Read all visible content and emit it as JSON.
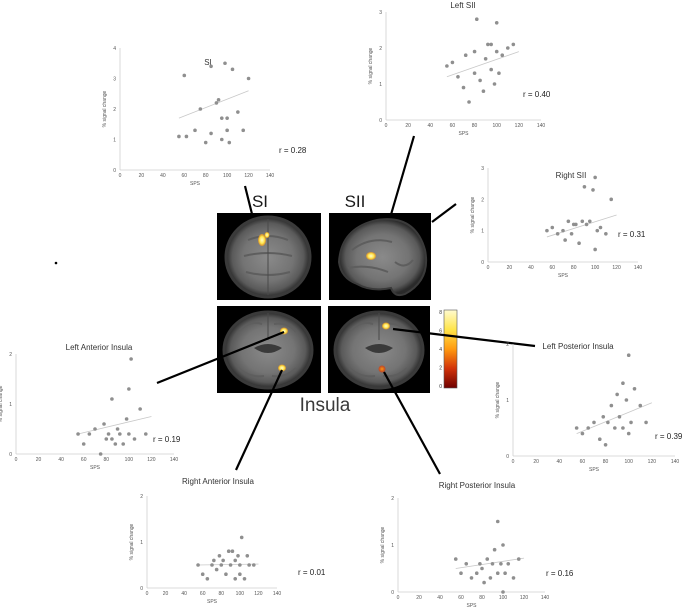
{
  "figure_labels": {
    "si": "SI",
    "sii": "SII",
    "insula": "Insula"
  },
  "colorbar": {
    "ticks": [
      "8",
      "6",
      "4",
      "2",
      "0"
    ],
    "min": 0,
    "max": 8,
    "colors": [
      "#fffbd0",
      "#ffe54a",
      "#ff9a10",
      "#d2330a",
      "#6e0000"
    ]
  },
  "chart_data": [
    {
      "id": "si",
      "type": "scatter",
      "title": "SI",
      "xlabel": "SPS",
      "ylabel": "% signal change",
      "xlim": [
        0,
        140
      ],
      "ylim": [
        0,
        4
      ],
      "xticks": [
        0,
        20,
        40,
        60,
        80,
        100,
        120,
        140
      ],
      "yticks": [
        0,
        1,
        2,
        3,
        4
      ],
      "r_label": "r = 0.28",
      "x": [
        55,
        60,
        62,
        70,
        75,
        80,
        85,
        85,
        90,
        92,
        95,
        95,
        98,
        100,
        100,
        102,
        105,
        110,
        115,
        120
      ],
      "y": [
        1.1,
        3.1,
        1.1,
        1.3,
        2.0,
        0.9,
        3.4,
        1.2,
        2.2,
        2.3,
        1.7,
        1.0,
        3.5,
        1.7,
        1.3,
        0.9,
        3.3,
        1.9,
        1.3,
        3.0
      ],
      "fit": [
        [
          55,
          1.7
        ],
        [
          120,
          2.6
        ]
      ]
    },
    {
      "id": "left-sii",
      "type": "scatter",
      "title": "Left SII",
      "xlabel": "SPS",
      "ylabel": "% signal change",
      "xlim": [
        0,
        140
      ],
      "ylim": [
        0,
        3
      ],
      "xticks": [
        0,
        20,
        40,
        60,
        80,
        100,
        120,
        140
      ],
      "yticks": [
        0,
        1,
        2,
        3
      ],
      "r_label": "r = 0.40",
      "x": [
        55,
        60,
        65,
        70,
        72,
        75,
        80,
        80,
        82,
        85,
        88,
        90,
        92,
        95,
        95,
        98,
        100,
        100,
        102,
        105,
        110,
        115
      ],
      "y": [
        1.5,
        1.6,
        1.2,
        0.9,
        1.8,
        0.5,
        1.9,
        1.3,
        2.8,
        1.1,
        0.8,
        1.7,
        2.1,
        2.1,
        1.4,
        1.0,
        1.9,
        2.7,
        1.3,
        1.8,
        2.0,
        2.1
      ],
      "fit": [
        [
          55,
          1.2
        ],
        [
          120,
          1.9
        ]
      ]
    },
    {
      "id": "right-sii",
      "type": "scatter",
      "title": "Right SII",
      "xlabel": "SPS",
      "ylabel": "% signal change",
      "xlim": [
        0,
        140
      ],
      "ylim": [
        0,
        3
      ],
      "xticks": [
        0,
        20,
        40,
        60,
        80,
        100,
        120,
        140
      ],
      "yticks": [
        0,
        1,
        2,
        3
      ],
      "r_label": "r = 0.31",
      "x": [
        55,
        60,
        65,
        70,
        72,
        75,
        78,
        80,
        82,
        85,
        88,
        90,
        92,
        95,
        98,
        100,
        100,
        102,
        105,
        110,
        115
      ],
      "y": [
        1.0,
        1.1,
        0.9,
        1.0,
        0.7,
        1.3,
        0.9,
        1.2,
        1.2,
        0.6,
        1.3,
        2.4,
        1.2,
        1.3,
        2.3,
        0.4,
        2.7,
        1.0,
        1.1,
        0.9,
        2.0
      ],
      "fit": [
        [
          55,
          0.8
        ],
        [
          120,
          1.5
        ]
      ]
    },
    {
      "id": "left-anterior-insula",
      "type": "scatter",
      "title": "Left  Anterior Insula",
      "xlabel": "SPS",
      "ylabel": "% signal change",
      "xlim": [
        0,
        140
      ],
      "ylim": [
        0,
        2
      ],
      "xticks": [
        0,
        20,
        40,
        60,
        80,
        100,
        120,
        140
      ],
      "yticks": [
        0,
        1,
        2
      ],
      "r_label": "r = 0.19",
      "x": [
        55,
        60,
        65,
        70,
        75,
        78,
        80,
        82,
        85,
        85,
        88,
        90,
        92,
        95,
        98,
        100,
        100,
        102,
        105,
        110,
        115
      ],
      "y": [
        0.4,
        0.2,
        0.4,
        0.5,
        0.0,
        0.6,
        0.3,
        0.4,
        0.3,
        1.1,
        0.2,
        0.5,
        0.4,
        0.2,
        0.7,
        1.3,
        0.4,
        1.9,
        0.3,
        0.9,
        0.4
      ],
      "fit": [
        [
          55,
          0.4
        ],
        [
          120,
          0.75
        ]
      ]
    },
    {
      "id": "left-posterior-insula",
      "type": "scatter",
      "title": "Left Posterior Insula",
      "xlabel": "SPS",
      "ylabel": "% signal change",
      "xlim": [
        0,
        140
      ],
      "ylim": [
        0,
        2
      ],
      "xticks": [
        0,
        20,
        40,
        60,
        80,
        100,
        120,
        140
      ],
      "yticks": [
        0,
        1,
        2
      ],
      "r_label": "r = 0.39",
      "x": [
        55,
        60,
        65,
        70,
        75,
        78,
        80,
        82,
        85,
        88,
        90,
        92,
        95,
        95,
        98,
        100,
        100,
        102,
        105,
        110,
        115
      ],
      "y": [
        0.5,
        0.4,
        0.5,
        0.6,
        0.3,
        0.7,
        0.2,
        0.6,
        0.9,
        0.5,
        1.1,
        0.7,
        0.5,
        1.3,
        1.0,
        0.4,
        1.8,
        0.6,
        1.2,
        0.9,
        0.6
      ],
      "fit": [
        [
          55,
          0.4
        ],
        [
          120,
          0.95
        ]
      ]
    },
    {
      "id": "right-anterior-insula",
      "type": "scatter",
      "title": "Right  Anterior Insula",
      "xlabel": "SPS",
      "ylabel": "% signal change",
      "xlim": [
        0,
        140
      ],
      "ylim": [
        0,
        2
      ],
      "xticks": [
        0,
        20,
        40,
        60,
        80,
        100,
        120,
        140
      ],
      "yticks": [
        0,
        1,
        2
      ],
      "r_label": "r = 0.01",
      "x": [
        55,
        60,
        65,
        70,
        72,
        75,
        78,
        80,
        82,
        85,
        88,
        90,
        92,
        95,
        95,
        98,
        100,
        100,
        102,
        105,
        108,
        110,
        115
      ],
      "y": [
        0.5,
        0.3,
        0.2,
        0.5,
        0.6,
        0.4,
        0.7,
        0.5,
        0.6,
        0.3,
        0.8,
        0.5,
        0.8,
        0.2,
        0.6,
        0.7,
        0.3,
        0.5,
        1.1,
        0.2,
        0.7,
        0.5,
        0.5
      ],
      "fit": [
        [
          55,
          0.5
        ],
        [
          120,
          0.52
        ]
      ]
    },
    {
      "id": "right-posterior-insula",
      "type": "scatter",
      "title": "Right Posterior Insula",
      "xlabel": "SPS",
      "ylabel": "% signal change",
      "xlim": [
        0,
        140
      ],
      "ylim": [
        0,
        2
      ],
      "xticks": [
        0,
        20,
        40,
        60,
        80,
        100,
        120,
        140
      ],
      "yticks": [
        0,
        1,
        2
      ],
      "r_label": "r = 0.16",
      "x": [
        55,
        60,
        65,
        70,
        75,
        78,
        80,
        82,
        85,
        88,
        90,
        92,
        95,
        95,
        98,
        100,
        100,
        102,
        105,
        110,
        115
      ],
      "y": [
        0.7,
        0.4,
        0.6,
        0.3,
        0.4,
        0.6,
        0.5,
        0.2,
        0.7,
        0.3,
        0.6,
        0.9,
        0.4,
        1.5,
        0.6,
        1.0,
        0.0,
        0.4,
        0.6,
        0.3,
        0.7
      ],
      "fit": [
        [
          55,
          0.5
        ],
        [
          120,
          0.72
        ]
      ]
    }
  ]
}
